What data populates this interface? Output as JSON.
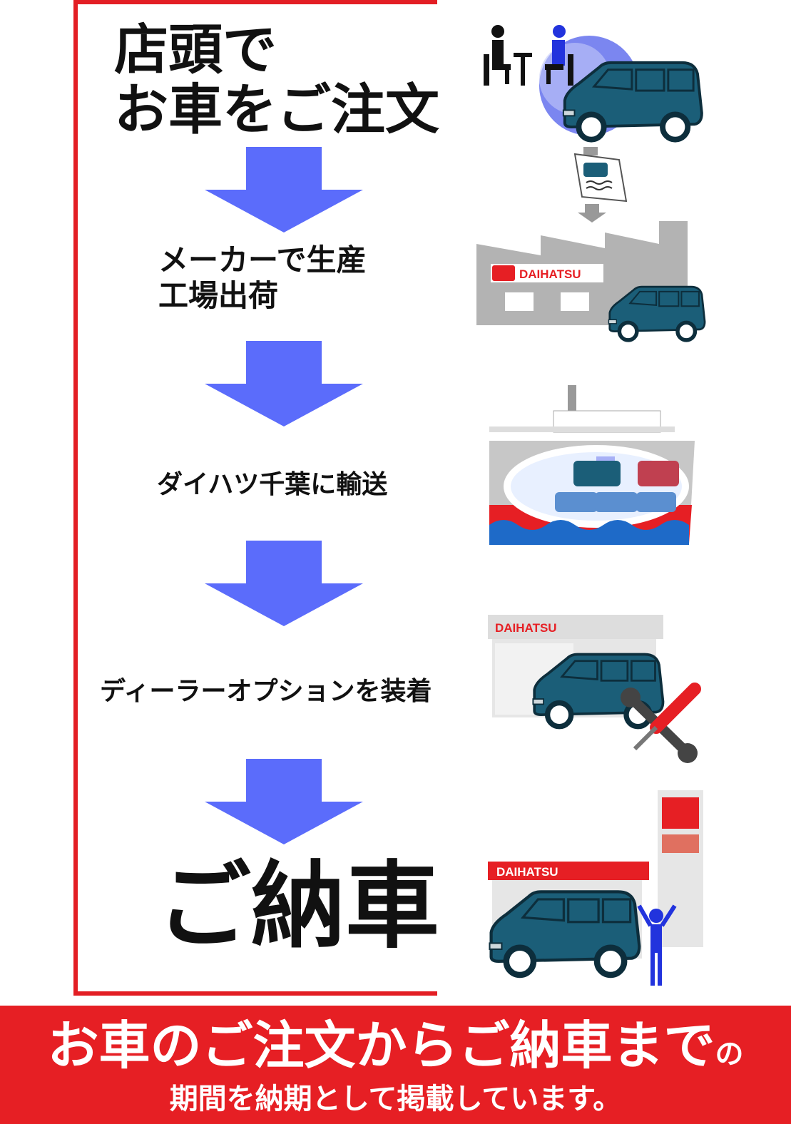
{
  "steps": {
    "order_line1": "店頭で",
    "order_line2": "お車をご注文",
    "production_line1": "メーカーで生産",
    "production_line2": "工場出荷",
    "transport": "ダイハツ千葉に輸送",
    "options": "ディーラーオプションを装着",
    "delivery": "ご納車"
  },
  "brand": {
    "name": "DAIHATSU",
    "red": "#e61f24",
    "arrow_blue": "#5b6cfb",
    "car_teal": "#1b5e78"
  },
  "banner": {
    "main": "お車のご注文からご納車まで",
    "main_suffix": "の",
    "sub": "期間を納期として掲載しています。"
  }
}
